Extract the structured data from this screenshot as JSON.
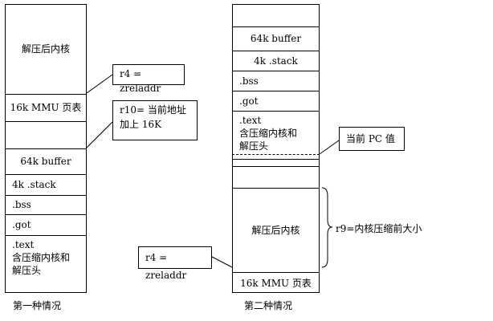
{
  "diagram1": {
    "caption": "第一种情况",
    "cells": [
      "解压后内核",
      "16k MMU 页表",
      "",
      "64k buffer",
      "4k .stack",
      ".bss",
      ".got"
    ],
    "text_cell": [
      ".text",
      "含压缩内核和",
      "解压头"
    ],
    "callout_r4": "r4 = zreladdr",
    "callout_r10": [
      "r10= 当前地址",
      "加上 16K"
    ]
  },
  "diagram2": {
    "caption": "第二种情况",
    "cells_top": [
      "",
      "64k buffer",
      "4k .stack",
      ".bss",
      ".got"
    ],
    "text_cell": [
      ".text",
      "含压缩内核和",
      "解压头"
    ],
    "cells_bottom": [
      "",
      "",
      "解压后内核",
      "16k MMU 页表"
    ],
    "callout_pc": "当前 PC 值",
    "callout_r4": "r4 = zreladdr",
    "brace_label": "r9=内核压缩前大小"
  }
}
